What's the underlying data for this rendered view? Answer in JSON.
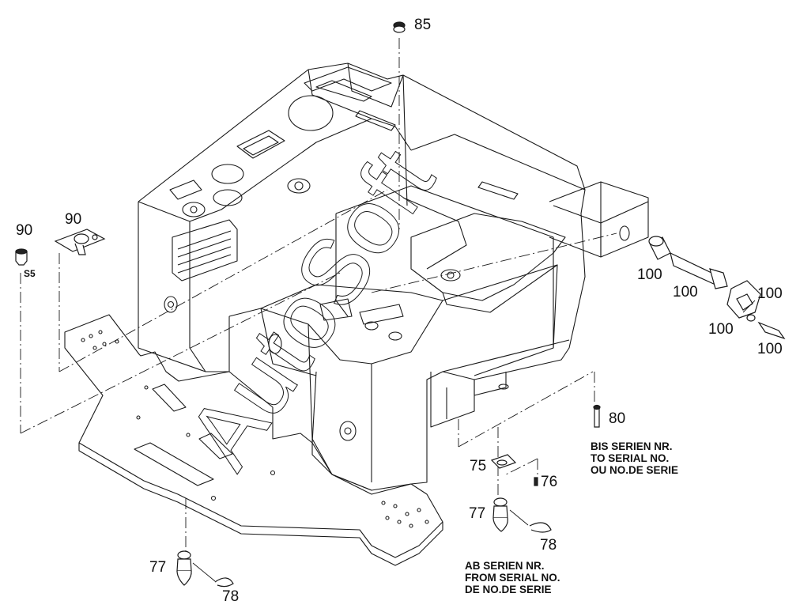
{
  "callouts": {
    "c85": "85",
    "c90_left": "90",
    "c90_panel": "90",
    "s5": "S5",
    "c100_sleeve": "100",
    "c100_bolt": "100",
    "c100_plate_right": "100",
    "c100_plate_left": "100",
    "c100_screw": "100",
    "c80": "80",
    "c75": "75",
    "c76": "76",
    "c77_right": "77",
    "c78_right": "78",
    "c77_left": "77",
    "c78_left": "78"
  },
  "notes": {
    "to_serial": [
      "BIS SERIEN NR.",
      "TO SERIAL NO.",
      "OU NO.DE SERIE"
    ],
    "from_serial": [
      "AB SERIEN NR.",
      "FROM SERIAL NO.",
      "DE NO.DE SERIE"
    ]
  },
  "watermark": "AutoSoft",
  "colors": {
    "line": "#111111",
    "part": "#222222",
    "background": "#ffffff"
  }
}
